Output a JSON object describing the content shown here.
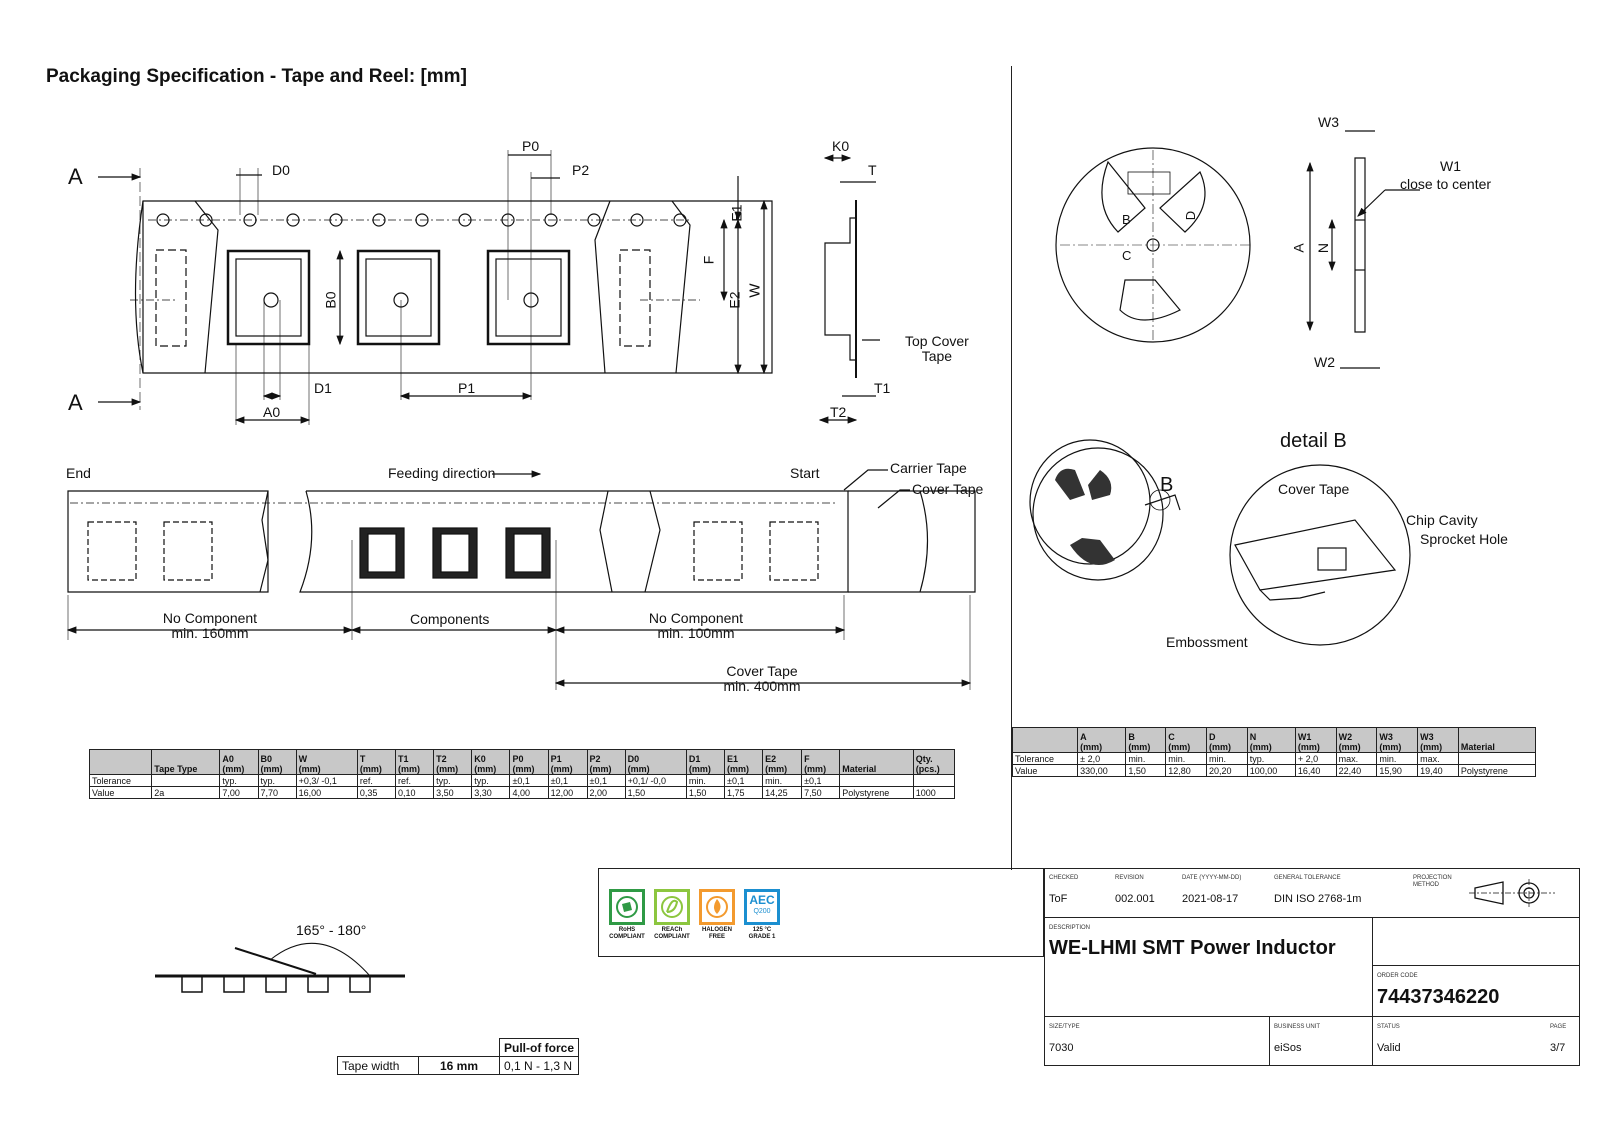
{
  "title": "Packaging Specification - Tape and Reel: [mm]",
  "drawing_labels": {
    "section_a": "A",
    "d0": "D0",
    "p0": "P0",
    "p2": "P2",
    "k0": "K0",
    "t": "T",
    "e1": "E1",
    "f": "F",
    "e2": "E2",
    "w": "W",
    "b0": "B0",
    "d1": "D1",
    "p1": "P1",
    "a0": "A0",
    "t1": "T1",
    "t2": "T2",
    "top_cover_tape": "Top Cover\nTape",
    "end": "End",
    "feeding_direction": "Feeding direction",
    "start": "Start",
    "carrier_tape": "Carrier Tape",
    "cover_tape": "Cover Tape",
    "no_component_end": "No Component",
    "no_component_end_min": "min. 160mm",
    "components": "Components",
    "no_component_start": "No Component",
    "no_component_start_min": "min. 100mm",
    "cover_tape_len": "Cover Tape",
    "cover_tape_len_min": "min. 400mm",
    "reel_w3": "W3",
    "reel_w1": "W1",
    "reel_w1_note": "close to center",
    "reel_a": "A",
    "reel_n": "N",
    "reel_w2": "W2",
    "reel_b": "B",
    "reel_c": "C",
    "reel_d": "D",
    "detail_b": "detail B",
    "b_marker": "B",
    "detail_cover_tape": "Cover Tape",
    "chip_cavity": "Chip Cavity",
    "sprocket_hole": "Sprocket Hole",
    "embossment": "Embossment",
    "angle": "165° - 180°"
  },
  "tape_table": {
    "headers": [
      "",
      "Tape Type",
      "A0\n(mm)",
      "B0\n(mm)",
      "W\n(mm)",
      "T\n(mm)",
      "T1\n(mm)",
      "T2\n(mm)",
      "K0\n(mm)",
      "P0\n(mm)",
      "P1\n(mm)",
      "P2\n(mm)",
      "D0\n(mm)",
      "D1\n(mm)",
      "E1\n(mm)",
      "E2\n(mm)",
      "F\n(mm)",
      "Material",
      "Qty.\n(pcs.)"
    ],
    "rows": [
      [
        "Tolerance",
        "",
        "typ.",
        "typ.",
        "+0,3/ -0,1",
        "ref.",
        "ref.",
        "typ.",
        "typ.",
        "±0,1",
        "±0,1",
        "±0,1",
        "+0,1/ -0,0",
        "min.",
        "±0,1",
        "min.",
        "±0,1",
        "",
        ""
      ],
      [
        "Value",
        "2a",
        "7,00",
        "7,70",
        "16,00",
        "0,35",
        "0,10",
        "3,50",
        "3,30",
        "4,00",
        "12,00",
        "2,00",
        "1,50",
        "1,50",
        "1,75",
        "14,25",
        "7,50",
        "Polystyrene",
        "1000"
      ]
    ]
  },
  "reel_table": {
    "headers": [
      "",
      "A\n(mm)",
      "B\n(mm)",
      "C\n(mm)",
      "D\n(mm)",
      "N\n(mm)",
      "W1\n(mm)",
      "W2\n(mm)",
      "W3\n(mm)",
      "W3\n(mm)",
      "Material"
    ],
    "rows": [
      [
        "Tolerance",
        "± 2,0",
        "min.",
        "min.",
        "min.",
        "typ.",
        "+ 2,0",
        "max.",
        "min.",
        "max.",
        ""
      ],
      [
        "Value",
        "330,00",
        "1,50",
        "12,80",
        "20,20",
        "100,00",
        "16,40",
        "22,40",
        "15,90",
        "19,40",
        "Polystyrene"
      ]
    ]
  },
  "pull_table": {
    "header": "Pull-of force",
    "label": "Tape width",
    "width": "16 mm",
    "value": "0,1 N - 1,3 N"
  },
  "badges": [
    {
      "label": "RoHS\nCOMPLIANT",
      "color": "#2f9a45"
    },
    {
      "label": "REACh\nCOMPLIANT",
      "color": "#8cc63f"
    },
    {
      "label": "HALOGEN\nFREE",
      "color": "#f39a2e"
    },
    {
      "label": "125 °C\nGRADE 1",
      "color": "#1b8fd0",
      "text": "AEC",
      "sub": "Q200"
    }
  ],
  "title_block": {
    "checked_label": "CHECKED",
    "checked": "ToF",
    "revision_label": "REVISION",
    "revision": "002.001",
    "date_label": "DATE (YYYY-MM-DD)",
    "date": "2021-08-17",
    "tolerance_label": "GENERAL TOLERANCE",
    "tolerance": "DIN ISO 2768-1m",
    "projection_label": "PROJECTION\nMETHOD",
    "description_label": "DESCRIPTION",
    "description": "WE-LHMI SMT Power Inductor",
    "order_label": "ORDER CODE",
    "order": "74437346220",
    "size_label": "SIZE/TYPE",
    "size": "7030",
    "unit_label": "BUSINESS UNIT",
    "unit": "eiSos",
    "status_label": "STATUS",
    "status": "Valid",
    "page_label": "PAGE",
    "page": "3/7"
  }
}
